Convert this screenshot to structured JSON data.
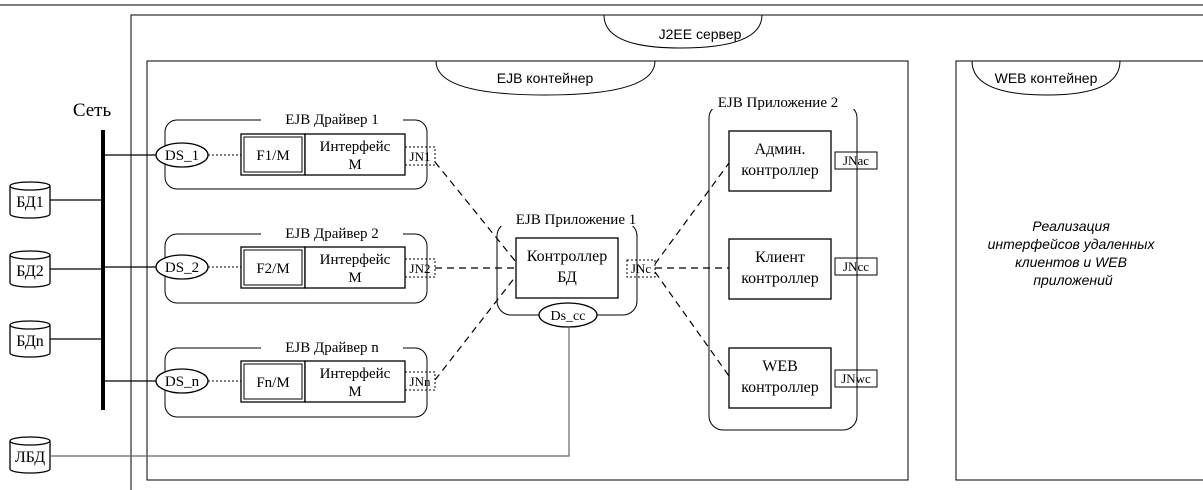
{
  "server": {
    "label": "J2EE сервер"
  },
  "ejb_container": {
    "label": "EJB контейнер"
  },
  "web_container": {
    "label": "WEB контейнер",
    "description": [
      "Реализация",
      "интерфейсов удаленных",
      "клиентов и WEB",
      "приложений"
    ]
  },
  "network": {
    "label": "Сеть"
  },
  "databases": [
    "БД1",
    "БД2",
    "БДn",
    "ЛБД"
  ],
  "drivers": [
    {
      "title": "EJB Драйвер 1",
      "ds": "DS_1",
      "fm": "F1/M",
      "iface": [
        "Интерфейс",
        "M"
      ],
      "jn": "JN1"
    },
    {
      "title": "EJB Драйвер 2",
      "ds": "DS_2",
      "fm": "F2/M",
      "iface": [
        "Интерфейс",
        "M"
      ],
      "jn": "JN2"
    },
    {
      "title": "EJB Драйвер n",
      "ds": "DS_n",
      "fm": "Fn/M",
      "iface": [
        "Интерфейс",
        "M"
      ],
      "jn": "JNn"
    }
  ],
  "app1": {
    "title": "EJB Приложение 1",
    "controller": [
      "Контроллер",
      "БД"
    ],
    "jn": "JNc",
    "ds": "Ds_cc"
  },
  "app2": {
    "title": "EJB Приложение 2",
    "controllers": [
      {
        "label": [
          "Админ.",
          "контроллер"
        ],
        "jn": "JNac"
      },
      {
        "label": [
          "Клиент",
          "контроллер"
        ],
        "jn": "JNcc"
      },
      {
        "label": [
          "WEB",
          "контроллер"
        ],
        "jn": "JNwc"
      }
    ]
  }
}
